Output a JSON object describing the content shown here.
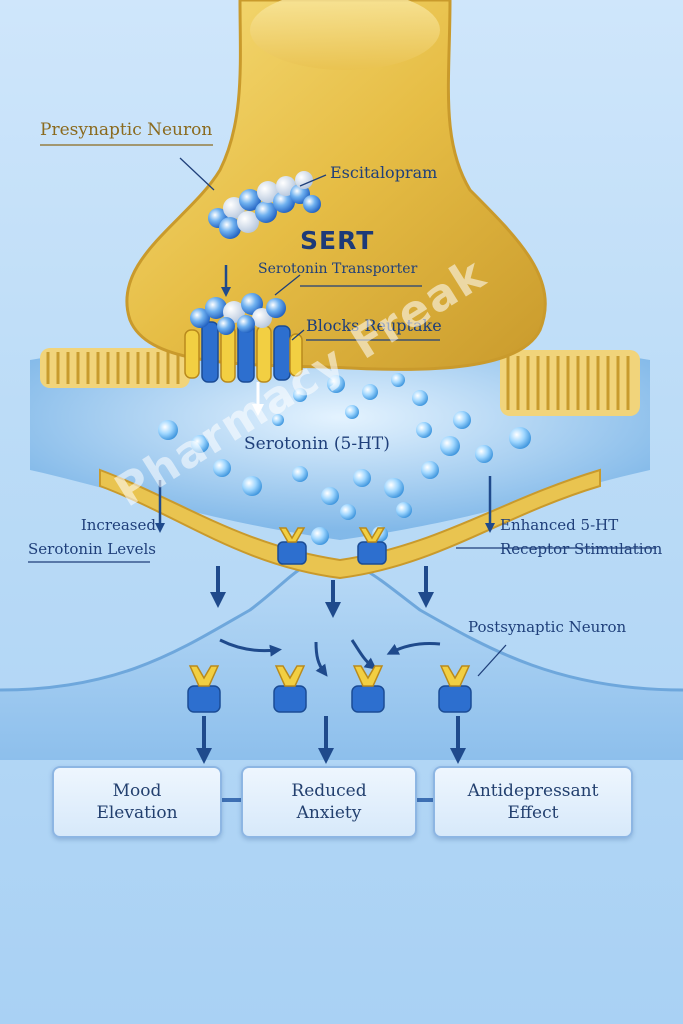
{
  "labels": {
    "presynaptic": "Presynaptic Neuron",
    "drug": "Escitalopram",
    "transporter_abbr": "SERT",
    "transporter_name": "Serotonin Transporter",
    "action": "Blocks Reuptake",
    "neurotransmitter": "Serotonin (5-HT)",
    "increased": "Increased\nSerotonin Levels",
    "enhanced": "Enhanced 5-HT\nReceptor Stimulation",
    "postsynaptic": "Postsynaptic Neuron"
  },
  "outcomes": [
    "Mood\nElevation",
    "Reduced\nAnxiety",
    "Antidepressant\nEffect"
  ],
  "watermark": "Pharmacy Freak",
  "colors": {
    "neuron_gold": "#e8c24a",
    "membrane_gold": "#d9a93a",
    "molecule_blue": "#2a6fd0",
    "arrow_navy": "#1f4a8c",
    "synapse_blue": "#9fcaf0",
    "outcome_box_border": "#8db6e3"
  }
}
